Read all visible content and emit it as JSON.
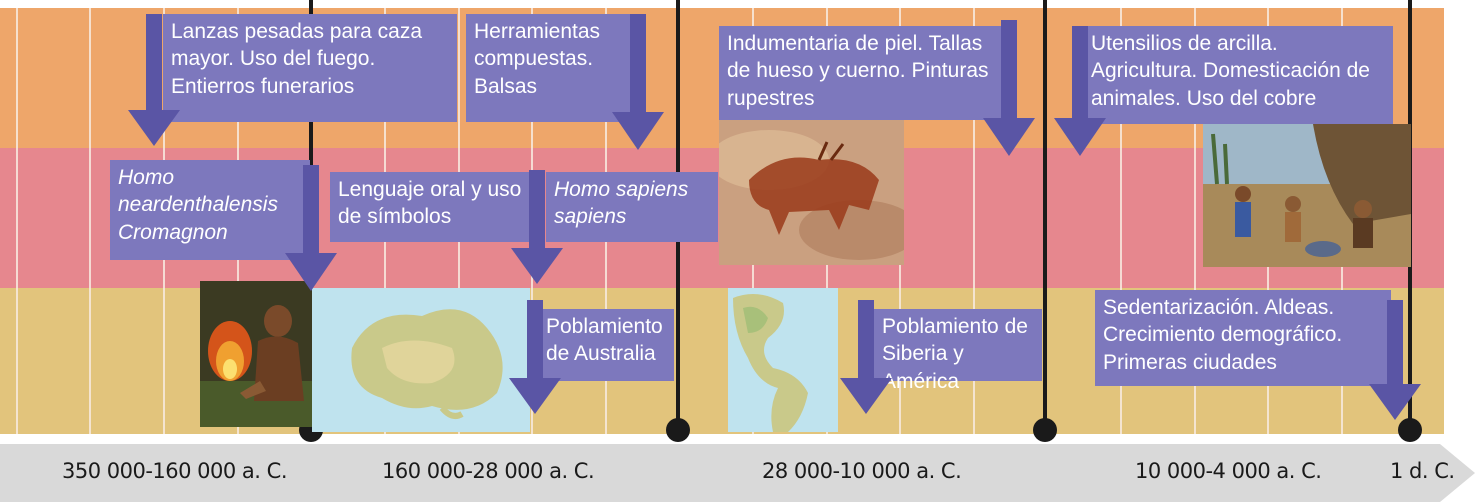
{
  "periods": [
    {
      "label": "350 000-160 000 a. C."
    },
    {
      "label": "160 000-28 000 a. C."
    },
    {
      "label": "28 000-10 000 a. C."
    },
    {
      "label": "10 000-4 000 a. C."
    },
    {
      "label": "1 d. C."
    }
  ],
  "events": {
    "top": [
      {
        "text": "Lanzas pesadas para caza mayor. Uso del fuego. Entierros funerarios"
      },
      {
        "text": "Herramientas compuestas. Balsas"
      },
      {
        "text": "Indumentaria de piel. Tallas de hueso y cuerno. Pinturas rupestres"
      },
      {
        "text": "Utensilios de arcilla. Agricultura. Domesticación de animales. Uso del cobre"
      }
    ],
    "middle": [
      {
        "text": "Homo neardenthalensis Cromagnon"
      },
      {
        "text": "Lenguaje oral y uso de símbolos"
      },
      {
        "text": "Homo sapiens sapiens"
      }
    ],
    "bottom": [
      {
        "text": "Poblamiento de Australia"
      },
      {
        "text": "Poblamiento de Siberia y América"
      },
      {
        "text": "Sedentarización. Aldeas. Crecimiento demográfico. Primeras ciudades"
      }
    ]
  },
  "colors": {
    "band_top": "#eea66a",
    "band_middle": "#e6878e",
    "band_bottom": "#e2c47c",
    "event_box": "#7d78bd",
    "axis": "#d9d9d9",
    "era_marker": "#1a1a1a"
  },
  "images": [
    {
      "name": "caveman-fire-image"
    },
    {
      "name": "australia-map-image"
    },
    {
      "name": "cave-painting-image"
    },
    {
      "name": "americas-map-image"
    },
    {
      "name": "neolithic-village-image"
    }
  ]
}
